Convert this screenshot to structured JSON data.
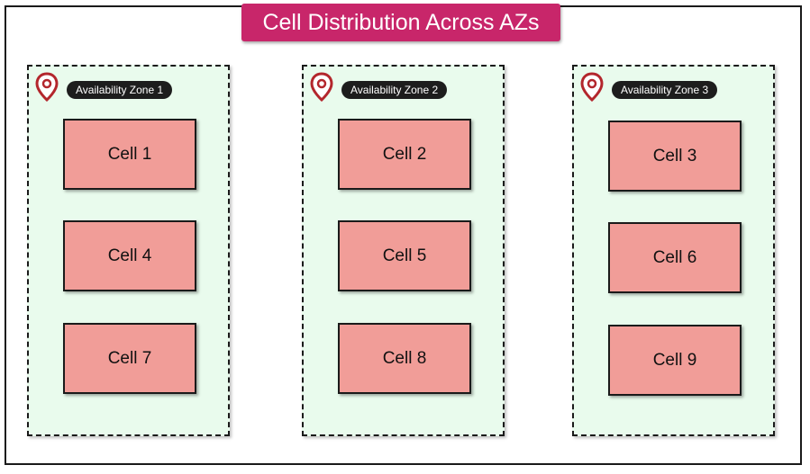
{
  "title": "Cell Distribution Across AZs",
  "colors": {
    "title_bg": "#c8266a",
    "zone_bg": "#e9fbed",
    "cell_bg": "#f19d98",
    "badge_bg": "#1d1d1d",
    "pin": "#b3262c"
  },
  "zones": [
    {
      "label": "Availability Zone 1",
      "icon": "location-pin-icon",
      "cells": [
        "Cell 1",
        "Cell 4",
        "Cell 7"
      ]
    },
    {
      "label": "Availability Zone 2",
      "icon": "location-pin-icon",
      "cells": [
        "Cell 2",
        "Cell 5",
        "Cell 8"
      ]
    },
    {
      "label": "Availability Zone 3",
      "icon": "location-pin-icon",
      "cells": [
        "Cell 3",
        "Cell 6",
        "Cell 9"
      ]
    }
  ]
}
